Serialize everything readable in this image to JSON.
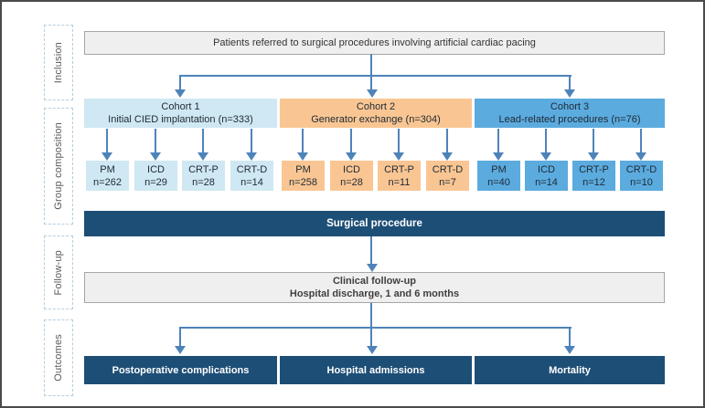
{
  "diagram": {
    "stages": [
      {
        "label": "Inclusion"
      },
      {
        "label": "Group composition"
      },
      {
        "label": "Follow-up"
      },
      {
        "label": "Outcomes"
      }
    ],
    "inclusion_box": {
      "text": "Patients referred to surgical procedures involving artificial cardiac pacing"
    },
    "cohorts": [
      {
        "title": "Cohort 1",
        "subtitle": "Initial CIED implantation (n=333)",
        "color": "#cfe8f3",
        "groups": [
          {
            "device": "PM",
            "n": "n=262"
          },
          {
            "device": "ICD",
            "n": "n=29"
          },
          {
            "device": "CRT-P",
            "n": "n=28"
          },
          {
            "device": "CRT-D",
            "n": "n=14"
          }
        ]
      },
      {
        "title": "Cohort 2",
        "subtitle": "Generator exchange (n=304)",
        "color": "#f9c693",
        "groups": [
          {
            "device": "PM",
            "n": "n=258"
          },
          {
            "device": "ICD",
            "n": "n=28"
          },
          {
            "device": "CRT-P",
            "n": "n=11"
          },
          {
            "device": "CRT-D",
            "n": "n=7"
          }
        ]
      },
      {
        "title": "Cohort 3",
        "subtitle": "Lead-related procedures (n=76)",
        "color": "#5babdf",
        "groups": [
          {
            "device": "PM",
            "n": "n=40"
          },
          {
            "device": "ICD",
            "n": "n=14"
          },
          {
            "device": "CRT-P",
            "n": "n=12"
          },
          {
            "device": "CRT-D",
            "n": "n=10"
          }
        ]
      }
    ],
    "surgical_bar": {
      "text": "Surgical procedure"
    },
    "followup_bar": {
      "line1": "Clinical follow-up",
      "line2": "Hospital discharge, 1 and 6 months"
    },
    "outcome_boxes": [
      {
        "label": "Postoperative complications"
      },
      {
        "label": "Hospital admissions"
      },
      {
        "label": "Mortality"
      }
    ],
    "colors": {
      "cohort1_fill": "#cfe8f3",
      "cohort2_fill": "#f9c693",
      "cohort3_fill": "#5babdf",
      "bar_navy": "#1d4e76",
      "gray_box_fill": "#efefef",
      "arrow_blue": "#4e83ba"
    }
  }
}
